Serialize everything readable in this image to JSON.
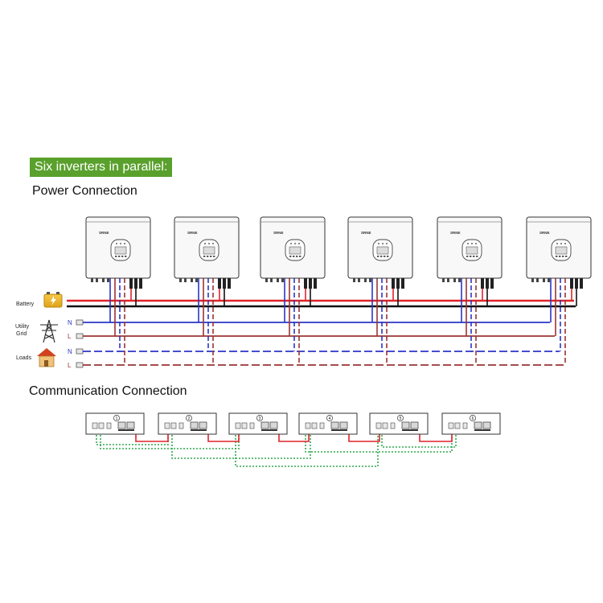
{
  "title_badge": "Six inverters in parallel:",
  "power_heading": "Power Connection",
  "comm_heading": "Communication Connection",
  "inverter_brand": "SRNE",
  "sources": {
    "battery": "Battery",
    "utility_grid": "Utility Grid",
    "loads": "Loads",
    "neutral": "N",
    "line": "L"
  },
  "comm_units": [
    "1",
    "2",
    "3",
    "4",
    "5",
    "6"
  ],
  "colors": {
    "badge": "#5aa02c",
    "battery_positive": "#e0242b",
    "battery_negative": "#111111",
    "neutral": "#2a35c8",
    "line": "#9b3434",
    "comm_link": "#2fa84f",
    "panel_red": "#e0242b"
  }
}
